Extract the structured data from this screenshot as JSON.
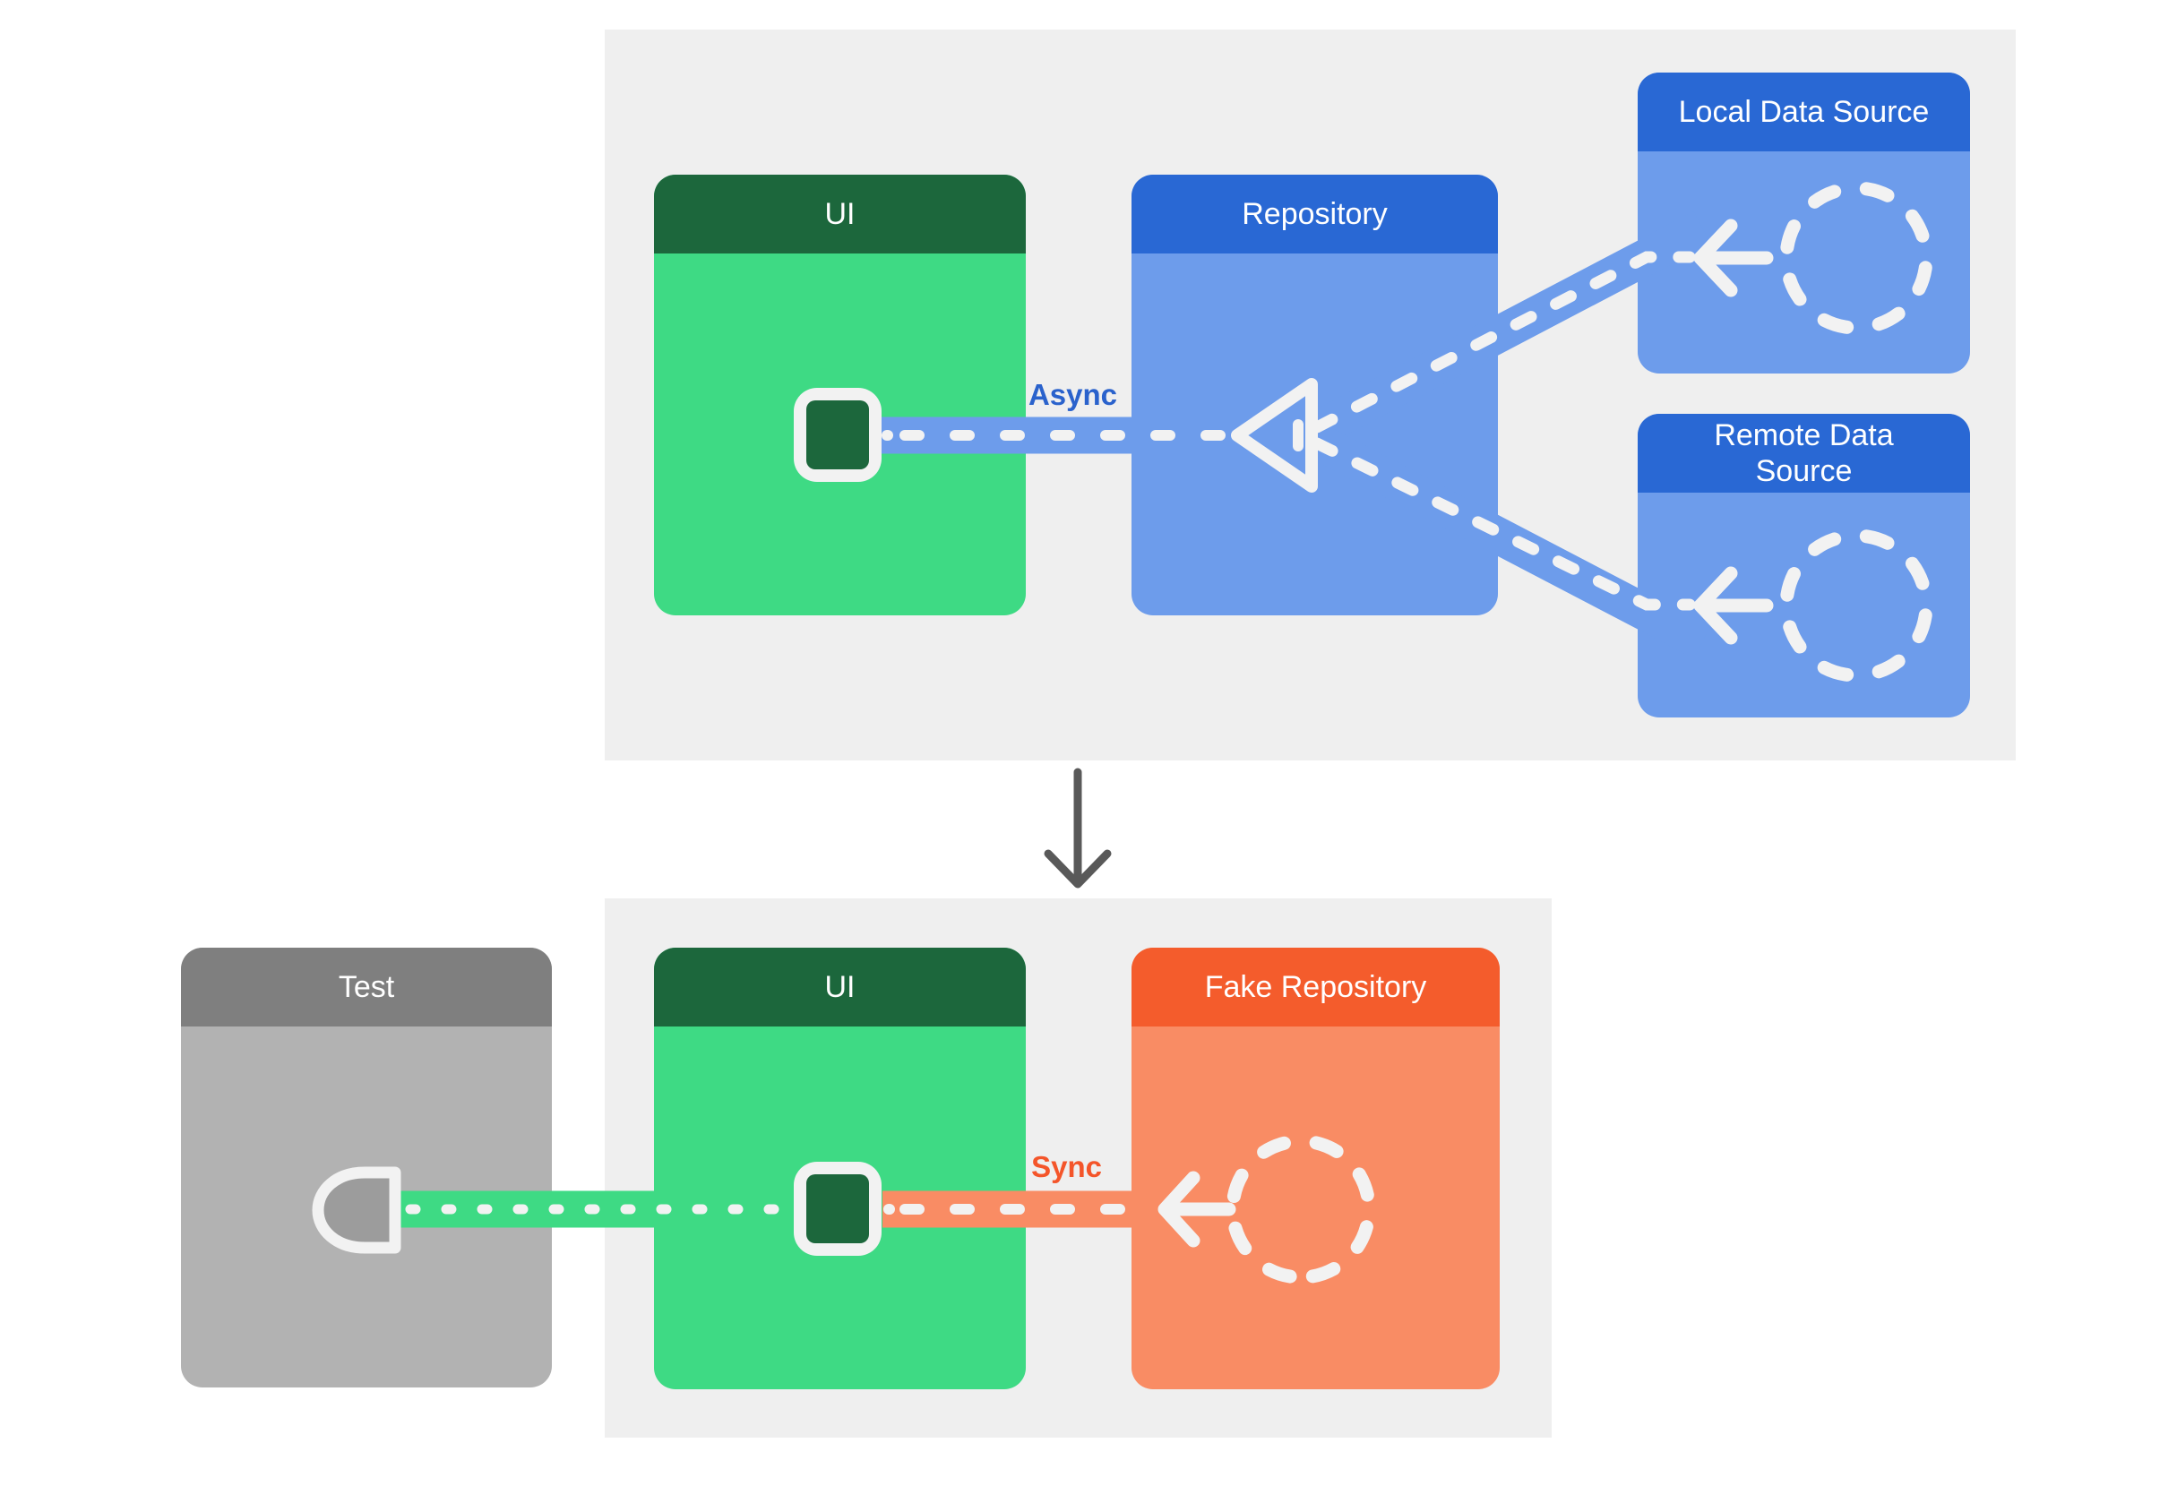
{
  "production_diagram": {
    "ui": {
      "label": "UI"
    },
    "repository": {
      "label": "Repository"
    },
    "local_data_source": {
      "label": "Local Data Source"
    },
    "remote_data_source": {
      "label": "Remote Data Source"
    },
    "connection_label": "Async"
  },
  "test_diagram": {
    "test": {
      "label": "Test"
    },
    "ui": {
      "label": "UI"
    },
    "fake_repository": {
      "label": "Fake Repository"
    },
    "connection_label": "Sync"
  },
  "icons": {
    "phone_screen": "rounded-square-screen",
    "data_source_circle": "dashed-circle",
    "flow_arrow": "left-arrow",
    "observer": "triangle-outline",
    "test_socket": "d-shaped-socket",
    "transition": "down-arrow"
  },
  "colors": {
    "page-bg": "#ffffff",
    "panel-bg": "#efefef",
    "green-header": "#1c673c",
    "green-body": "#3eda84",
    "blue-header": "#2968d4",
    "blue-body": "#6d9ceb",
    "orange-header": "#f45c2c",
    "orange-body": "#f98c64",
    "gray-header": "#7f7f7f",
    "gray-body": "#b2b2b2",
    "gray-socket": "#9c9c9c",
    "ink-white": "#f2f2f2",
    "arrow-gray": "#595959",
    "async-blue": "#2a62cc",
    "sync-orange": "#f4552a"
  }
}
